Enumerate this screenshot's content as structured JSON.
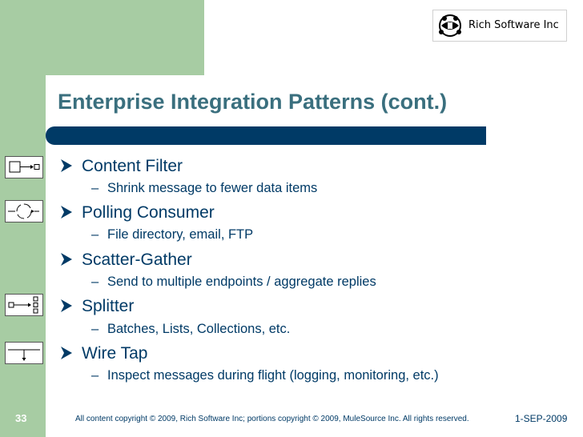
{
  "header": {
    "logo_text": "Rich Software Inc",
    "logo_icon": "globe-figures-icon"
  },
  "slide": {
    "title": "Enterprise Integration Patterns (cont.)",
    "items": [
      {
        "label": "Content Filter",
        "detail": "Shrink message to fewer data items",
        "icon": "content-filter-icon"
      },
      {
        "label": "Polling Consumer",
        "detail": "File directory, email, FTP",
        "icon": "polling-consumer-icon"
      },
      {
        "label": "Scatter-Gather",
        "detail": "Send to multiple endpoints / aggregate replies",
        "icon": ""
      },
      {
        "label": "Splitter",
        "detail": "Batches, Lists, Collections, etc.",
        "icon": "splitter-icon"
      },
      {
        "label": "Wire Tap",
        "detail": "Inspect messages during flight (logging, monitoring, etc.)",
        "icon": "wire-tap-icon"
      }
    ],
    "sub_marker": "–"
  },
  "footer": {
    "page_number": "33",
    "copyright": "All content copyright © 2009, Rich Software Inc; portions copyright © 2009, MuleSource Inc.  All rights reserved.",
    "date": "1-SEP-2009"
  },
  "colors": {
    "accent_green": "#a7cca3",
    "navy": "#003a66",
    "title_teal": "#3a6f7e"
  }
}
